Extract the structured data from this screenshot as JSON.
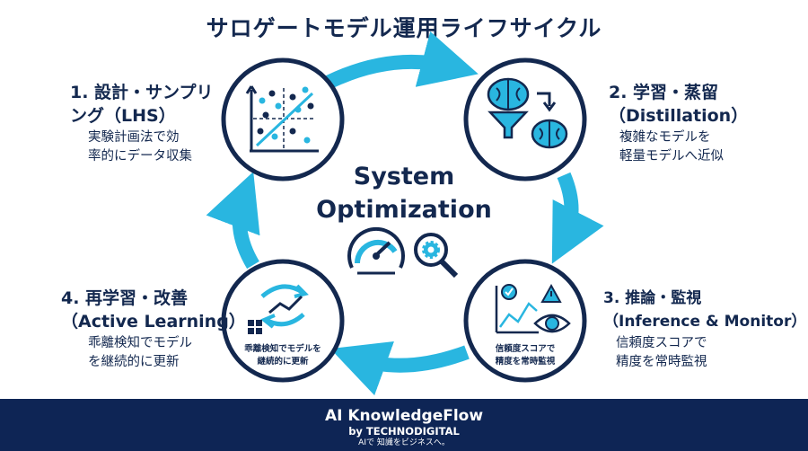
{
  "title": "サロゲートモデル運用ライフサイクル",
  "center": {
    "line1": "System",
    "line2": "Optimization"
  },
  "stages": [
    {
      "title1": "1. 設計・サンプリ",
      "title2": "ング（LHS）",
      "desc1": "実験計画法で効",
      "desc2": "率的にデータ収集"
    },
    {
      "title1": "2. 学習・蒸留",
      "title2": "（Distillation）",
      "desc1": "複雑なモデルを",
      "desc2": "軽量モデルへ近似"
    },
    {
      "title1": "3. 推論・監視",
      "title2": "（Inference & Monitor）",
      "desc1": "信頼度スコアで",
      "desc2": "精度を常時監視"
    },
    {
      "title1": "4. 再学習・改善",
      "title2": "（Active Learning）",
      "desc1": "乖離検知でモデル",
      "desc2": "を継続的に更新"
    }
  ],
  "circle_labels": {
    "inference": [
      "信頼度スコアで",
      "精度を常時監視"
    ],
    "active": [
      "乖離検知でモデルを",
      "継続的に更新"
    ]
  },
  "icons": [
    "scatter-plot-icon",
    "brain-funnel-icon",
    "brain-icon",
    "gauge-icon",
    "gear-search-icon",
    "line-chart-warning-icon",
    "eye-icon",
    "cycle-arrows-icon",
    "grid-icon"
  ],
  "colors": {
    "navy": "#13284f",
    "accent": "#29b6e0",
    "footer": "#0e2555"
  },
  "footer": {
    "brand": "AI KnowledgeFlow",
    "by": "by TECHNODIGITAL",
    "tagline": "AIで 知識をビジネスへ。"
  }
}
